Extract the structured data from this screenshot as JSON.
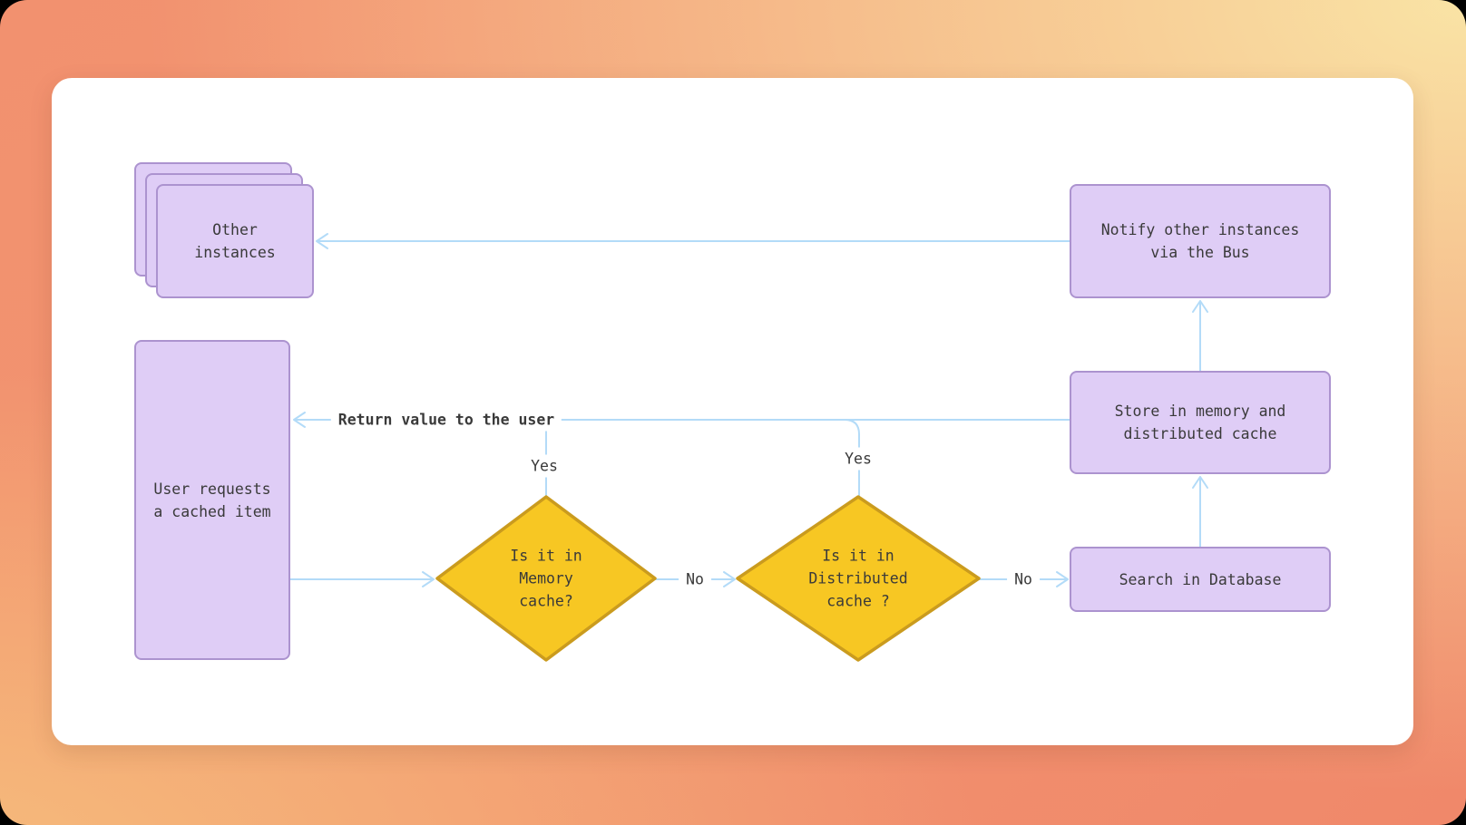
{
  "colors": {
    "background_top_left": "#F2916F",
    "background_top_right": "#FAE8A8",
    "background_bottom_left": "#F6BE7C",
    "background_bottom_right": "#F0886A",
    "canvas": "#FFFFFF",
    "process_fill": "#DFCDF6",
    "process_border": "#AC93CF",
    "decision_fill": "#F7C723",
    "decision_border": "#CA9B1E",
    "connector": "#B3DBF8",
    "text": "#3A3A3A"
  },
  "nodes": {
    "other_instances": {
      "label": "Other\ninstances"
    },
    "notify": {
      "label": "Notify other instances\nvia the Bus"
    },
    "user_request": {
      "label": "User requests\na cached item"
    },
    "store": {
      "label": "Store in memory and\ndistributed cache"
    },
    "search": {
      "label": "Search in Database"
    },
    "memory_decision": {
      "label": "Is it in\nMemory\ncache?"
    },
    "distributed_decision": {
      "label": "Is it in\nDistributed\ncache ?"
    }
  },
  "edge_labels": {
    "return_to_user": "Return value to the user",
    "yes_memory": "Yes",
    "yes_distributed": "Yes",
    "no_memory": "No",
    "no_distributed": "No"
  }
}
